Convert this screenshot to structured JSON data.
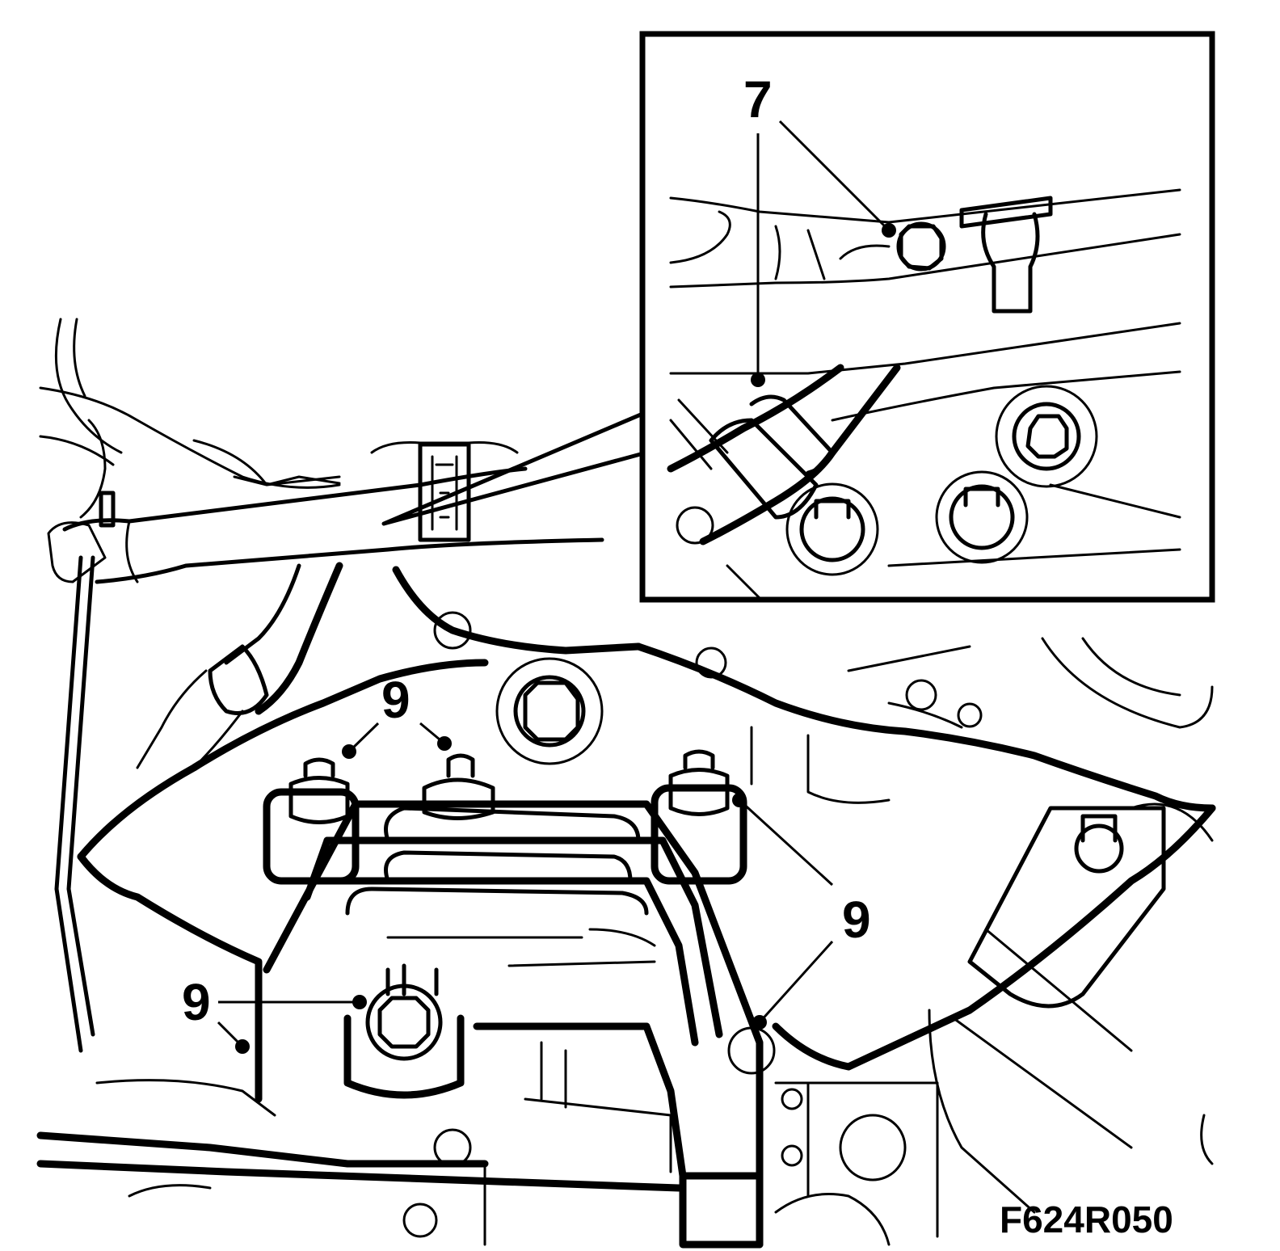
{
  "callouts": {
    "inset_label": "7",
    "bracket_top_label": "9",
    "bracket_right_label": "9",
    "bracket_left_label": "9"
  },
  "figure_code": "F624R050"
}
